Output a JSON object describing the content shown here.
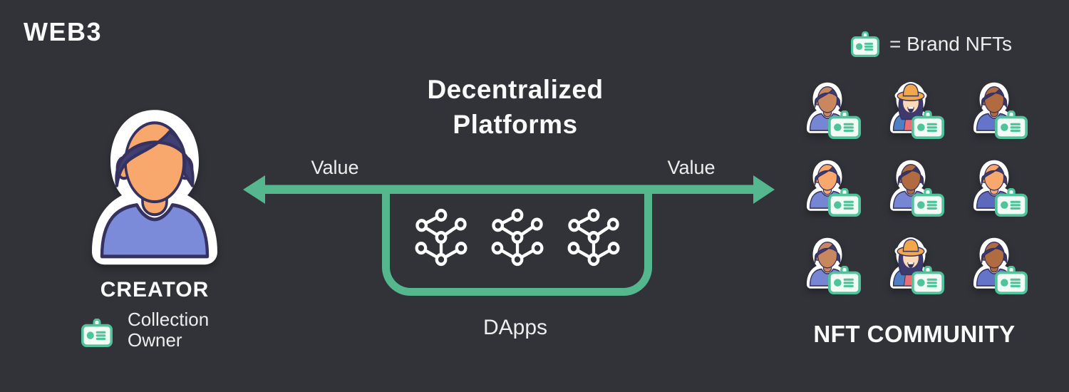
{
  "header": {
    "brand": "WEB3"
  },
  "creator": {
    "title": "CREATOR",
    "badge_icon": "id-badge-icon",
    "owner_label": [
      "Collection",
      "Owner"
    ],
    "avatar": {
      "type": "man",
      "skin": "#f8a76d",
      "shirt": "#7b8ad9",
      "hair": "#413e72"
    }
  },
  "platform": {
    "title_line1": "Decentralized",
    "title_line2": "Platforms",
    "value_left": "Value",
    "value_right": "Value",
    "label": "DApps",
    "icon": "network-nodes-icon",
    "network_icon_count": 3
  },
  "legend": {
    "icon": "id-badge-icon",
    "label": "= Brand NFTs"
  },
  "community": {
    "title": "NFT COMMUNITY",
    "members": [
      {
        "type": "man",
        "skin": "#c9875f",
        "shirt": "#7686d3",
        "hair": "#413e72"
      },
      {
        "type": "woman",
        "skin": "#fcd9b8",
        "shirt": "#4d7fc3",
        "shirt2": "#ea6f75",
        "hat": "#f3a74b",
        "hair": "#3d3a6e"
      },
      {
        "type": "man",
        "skin": "#b06b40",
        "shirt": "#6374c9",
        "hair": "#3a3768"
      },
      {
        "type": "man",
        "skin": "#f8a76d",
        "shirt": "#7686d3",
        "hair": "#413e72"
      },
      {
        "type": "man",
        "skin": "#b06b40",
        "shirt": "#7686d3",
        "hair": "#3a3768"
      },
      {
        "type": "man",
        "skin": "#f8a76d",
        "shirt": "#5d6abc",
        "hair": "#413e72"
      },
      {
        "type": "man",
        "skin": "#c9875f",
        "shirt": "#7686d3",
        "hair": "#413e72"
      },
      {
        "type": "woman",
        "skin": "#fcd9b8",
        "shirt": "#4d7fc3",
        "shirt2": "#ea6f75",
        "hat": "#f3a74b",
        "hair": "#3d3a6e"
      },
      {
        "type": "man",
        "skin": "#b06b40",
        "shirt": "#6374c9",
        "hair": "#3a3768"
      }
    ]
  },
  "colors": {
    "background": "#313339",
    "arrow_green": "#55b78d",
    "badge_green": "#4fc39a",
    "badge_fill": "#f2fbf6",
    "text_primary": "#fafafa",
    "text_secondary": "#ededed",
    "avatar_outline": "#35325f"
  }
}
